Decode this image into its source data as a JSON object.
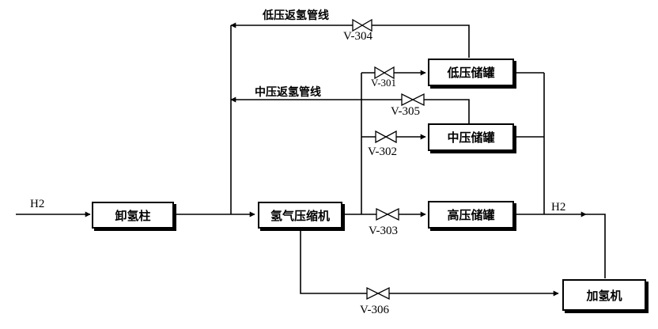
{
  "nodes": {
    "unload_column": "卸氢柱",
    "compressor": "氢气压缩机",
    "lp_tank": "低压储罐",
    "mp_tank": "中压储罐",
    "hp_tank": "高压储罐",
    "dispenser": "加氢机"
  },
  "lines": {
    "lp_return": "低压返氢管线",
    "mp_return": "中压返氢管线"
  },
  "streams": {
    "inlet": "H2",
    "outlet": "H2"
  },
  "valves": {
    "v301": "V-301",
    "v302": "V-302",
    "v303": "V-303",
    "v304": "V-304",
    "v305": "V-305",
    "v306": "V-306"
  }
}
